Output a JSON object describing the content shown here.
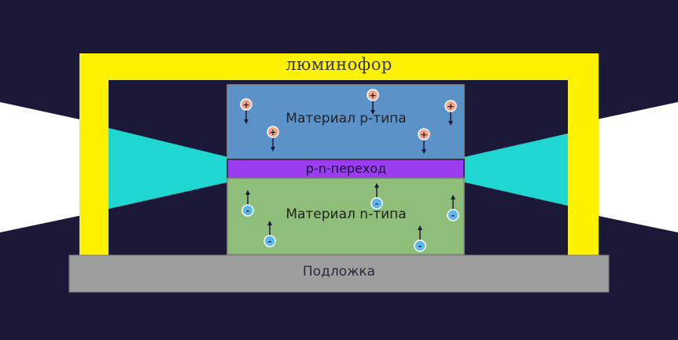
{
  "labels": {
    "phosphor": "люминофор",
    "p_material": "Материал p-типа",
    "junction": "p-n-переход",
    "n_material": "Материал n-типа",
    "substrate": "Подложка"
  },
  "carriers": {
    "hole_symbol": "+",
    "electron_symbol": "-"
  },
  "colors": {
    "background": "#1b1838",
    "phosphor": "#fff200",
    "light": "#ffffff",
    "emitted_light": "#1fd6d0",
    "p_material": "#5b93c9",
    "junction": "#9a3df0",
    "n_material": "#8fbe7a",
    "substrate": "#9e9e9e",
    "hole": "#f2a48c",
    "electron": "#5cb8ec"
  }
}
